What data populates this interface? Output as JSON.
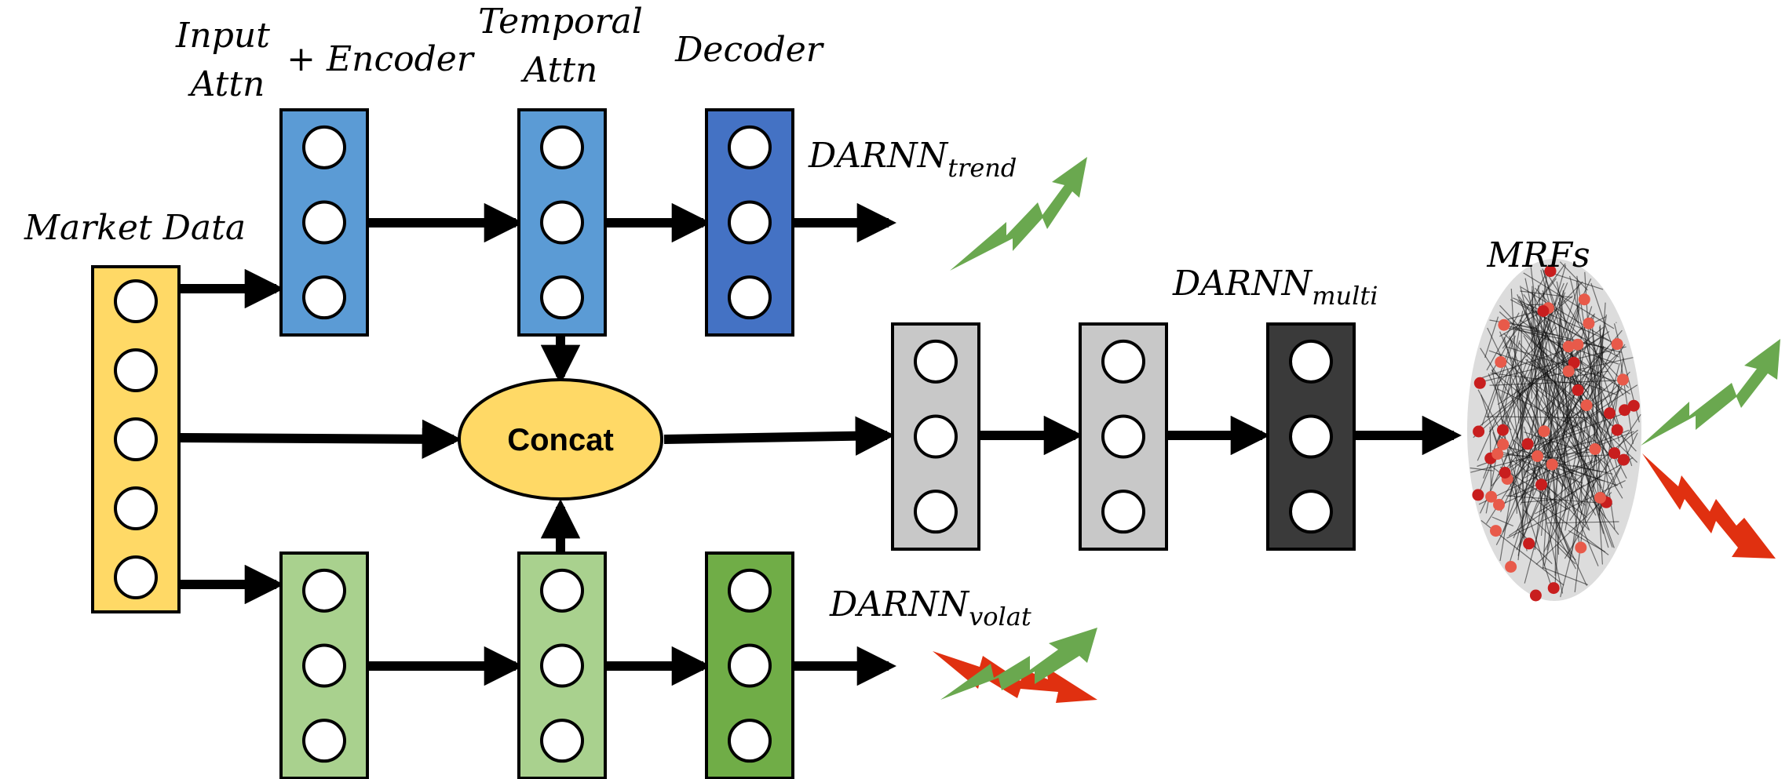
{
  "labels": {
    "input_attn_1": "Input",
    "input_attn_2": "Attn",
    "encoder": "+ Encoder",
    "temporal_attn_1": "Temporal",
    "temporal_attn_2": "Attn",
    "decoder": "Decoder",
    "market_data": "Market Data",
    "concat": "Concat",
    "darnn_trend_base": "DARNN",
    "darnn_trend_sub": "trend",
    "darnn_volat_base": "DARNN",
    "darnn_volat_sub": "volat",
    "darnn_multi_base": "DARNN",
    "darnn_multi_sub": "multi",
    "mrfs": "MRFs"
  },
  "colors": {
    "market": "#ffd966",
    "blue_light": "#5b9bd5",
    "blue_dark": "#4472c4",
    "green_light": "#a9d18e",
    "green_dark": "#70ad47",
    "gray_light": "#c8c8c8",
    "gray_dark": "#3a3a3a",
    "concat": "#ffd966",
    "arrow_green": "#6aa84f",
    "arrow_red": "#e03010",
    "mrf_node_red": "#e04040"
  }
}
